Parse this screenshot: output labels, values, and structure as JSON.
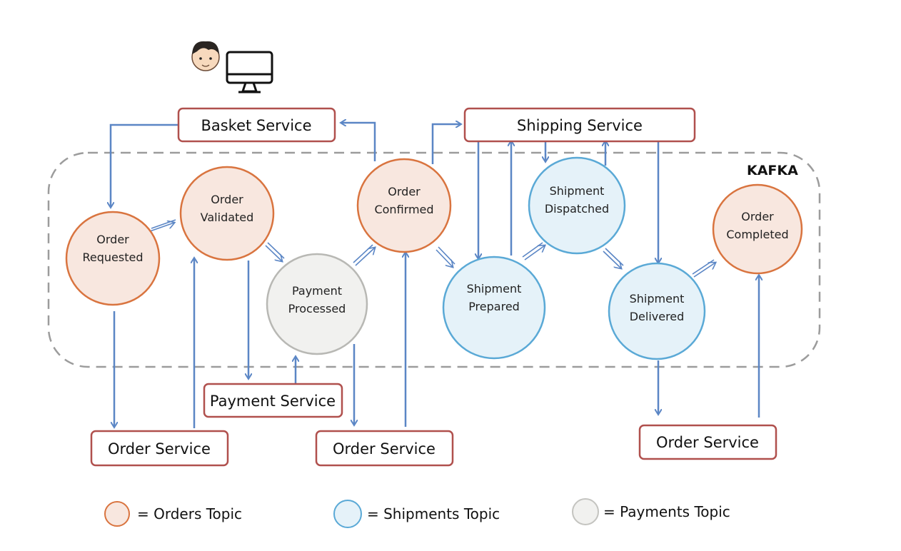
{
  "kafka_label": "KAFKA",
  "colors": {
    "orders_fill": "#f8e7df",
    "orders_stroke": "#d9743f",
    "shipments_fill": "#e5f2f9",
    "shipments_stroke": "#5aa9d6",
    "payments_fill": "#f1f1ef",
    "payments_stroke": "#b8b8b4",
    "service_stroke": "#b0504d",
    "arrow": "#5b86c5"
  },
  "icons": {
    "user": "user-face-icon",
    "computer": "desktop-monitor-icon"
  },
  "services": {
    "basket": "Basket Service",
    "shipping": "Shipping Service",
    "payment": "Payment Service",
    "order_1": "Order Service",
    "order_2": "Order Service",
    "order_3": "Order Service"
  },
  "nodes": {
    "order_requested": {
      "line1": "Order",
      "line2": "Requested",
      "topic": "orders"
    },
    "order_validated": {
      "line1": "Order",
      "line2": "Validated",
      "topic": "orders"
    },
    "payment_processed": {
      "line1": "Payment",
      "line2": "Processed",
      "topic": "payments"
    },
    "order_confirmed": {
      "line1": "Order",
      "line2": "Confirmed",
      "topic": "orders"
    },
    "shipment_prepared": {
      "line1": "Shipment",
      "line2": "Prepared",
      "topic": "shipments"
    },
    "shipment_dispatched": {
      "line1": "Shipment",
      "line2": "Dispatched",
      "topic": "shipments"
    },
    "shipment_delivered": {
      "line1": "Shipment",
      "line2": "Delivered",
      "topic": "shipments"
    },
    "order_completed": {
      "line1": "Order",
      "line2": "Completed",
      "topic": "orders"
    }
  },
  "legend": {
    "orders": "= Orders Topic",
    "shipments": "= Shipments Topic",
    "payments": "= Payments Topic"
  }
}
